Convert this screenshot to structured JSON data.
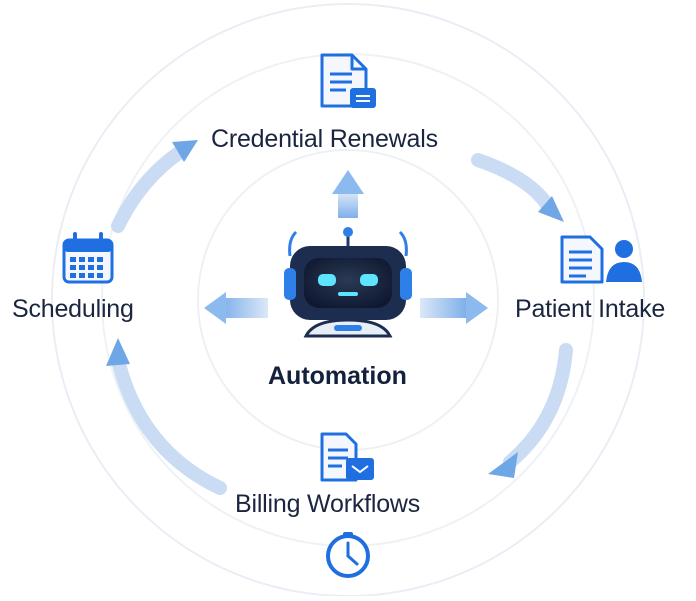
{
  "center": {
    "label": "Automation",
    "icon": "robot-icon"
  },
  "nodes": [
    {
      "id": "credential-renewals",
      "label": "Credential Renewals",
      "icon": "document-icon"
    },
    {
      "id": "patient-intake",
      "label": "Patient Intake",
      "icon": "document-user-icon"
    },
    {
      "id": "billing-workflows",
      "label": "Billing Workflows",
      "icon": "folder-document-icon"
    },
    {
      "id": "scheduling",
      "label": "Scheduling",
      "icon": "calendar-icon"
    }
  ],
  "extra_icons": [
    "clock-icon"
  ],
  "colors": {
    "primary_blue": "#1f6fe0",
    "light_blue": "#9ec3f0",
    "text": "#1b2540",
    "ring": "#e6ebf2"
  }
}
